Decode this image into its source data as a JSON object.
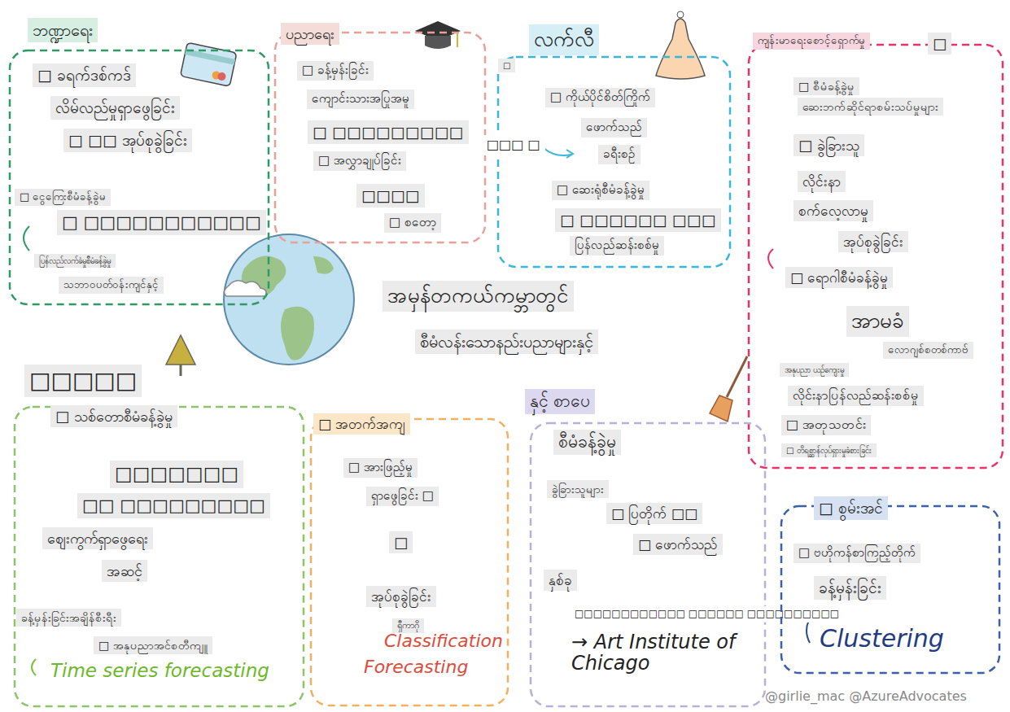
{
  "diagram": {
    "nodes": [
      {
        "text": [
          "ဘဏ္ဍာရေး",
          "□ ခရက်ဒစ်ကဒ်",
          "လိမ်လည်မှုရှာဖွေခြင်း",
          "□ □□ အုပ်စုခွဲခြင်း",
          "□ ငွေကြေးစီမံခန့်ခွဲမ",
          "□ □□□□□□□□□□□",
          "ပြန်လည်လက်ခံမှုစီမံခန့်ခွဲမှု",
          "သဘာဝပတ်ဝန်းကျင်နှင့်"
        ]
      },
      {
        "text": [
          "ပညာရေး",
          "□ ခန့်မှန်းခြင်း",
          "ကျောင်းသားအပြုအမူ",
          "□ □□□□□□□□□",
          "□ အလွှာချုပ်ခြင်း",
          "□□□□",
          "□ စတော့"
        ]
      },
      {
        "text": [
          "လက်လီ",
          "□",
          "□ ကိုယ်ပိုင်စိတ်ကြိုက်",
          "□□□ □",
          "ဖောက်သည်",
          "ခရီးစဉ်",
          "□ ဆေးရုံစီမံခန့်ခွဲမှု",
          "□ □□□□□□ □□□",
          "ပြန်လည်ဆန်းစစ်မှု"
        ]
      },
      {
        "text": [
          "ကျန်းမာရေးစောင့်ရှောက်မှု",
          "□",
          "□ စီမံခန့်ခွဲမှု",
          "ဆေးဘက်ဆိုင်ရာစမ်းသပ်မှုများ",
          "□ ခွဲခြားသူ",
          "လိုင်းနာ",
          "စက်လေ့လာမှု",
          "အုပ်စုခွဲခြင်း",
          "□ ရောဂါစီမံခန့်ခွဲမှု",
          "အာမခံ",
          "လောဂျစ်စတစ်ကာဗ်",
          "အနုပညာ ယဉ်ကျေးမှု",
          "လိုင်းနာပြန်လည်ဆန်းစစ်မှု",
          "□ အတုသတင်း",
          "□ တိရစ္ဆာန်လုပ်ရှားမှုခံစားခြင်း"
        ]
      },
      {
        "text": [
          "အမှန်တကယ်ကမ္ဘာတွင်",
          "စီမံလန်းသောနည်းပညာများနှင့်"
        ]
      },
      {
        "text": [
          "□□□□□",
          "□ သစ်တောစီမံခန့်ခွဲမှု",
          "□□□□□□□",
          "□□ □□□□□□□□□",
          "ဈေးကွက်ရှာဖွေရေး",
          "အဆင့်",
          "ခန့်မှန်းခြင်းအချိန်စီးရီး",
          "□ အနုပညာအင်စတီကျူ",
          "Time series forecasting"
        ]
      },
      {
        "text": [
          "□ အတက်အကျ",
          "□ အားဖြည့်မှု",
          "ရှာဖွေခြင်း □",
          "□",
          "အုပ်စုခွဲခြင်း",
          "ရှီကာဂို",
          "Classification",
          "Forecasting"
        ]
      },
      {
        "text": [
          "နှင့် စာပေ",
          "စီမံခန့်ခွဲမှု",
          "ခွဲခြားသူများ",
          "□ ပြတိုက် □□",
          "□ ဖောက်သည်",
          "နှစ်ခု",
          "□□□□□□□□□□□□ □□□□□□ □□□□□□□□□□",
          "→ Art Institute of Chicago"
        ]
      },
      {
        "text": [
          "□ စွမ်းအင်",
          "□ ဗဟိုကန်စာကြည့်တိုက်",
          "ခန့်မှန်းခြင်း",
          "Clustering"
        ]
      }
    ],
    "labels": [
      "@girlie_mac @AzureAdvocates"
    ]
  }
}
